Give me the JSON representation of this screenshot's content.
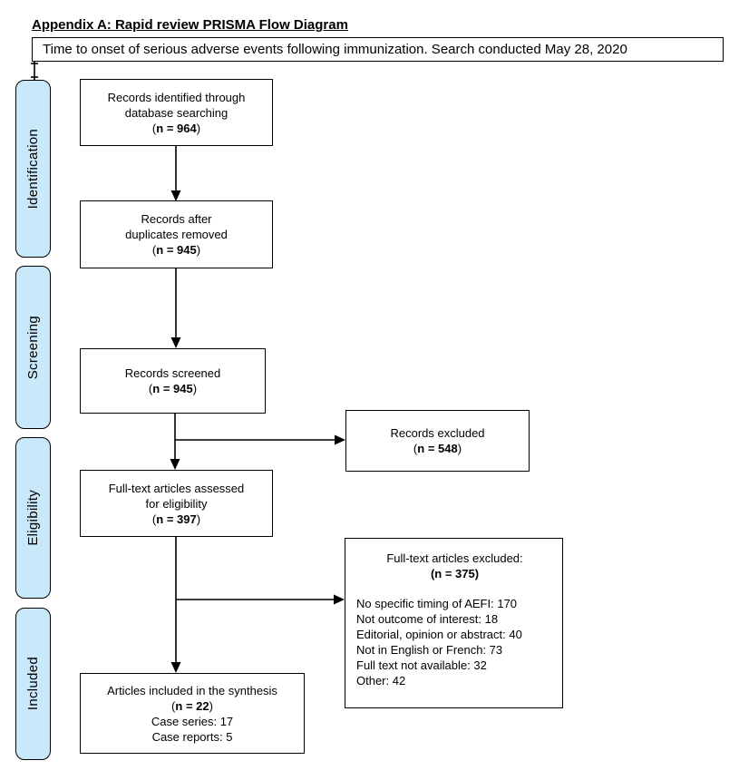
{
  "page": {
    "title": "Appendix A: Rapid review PRISMA Flow Diagram",
    "search_note": "Time to onset of serious adverse events following immunization. Search conducted May 28, 2020"
  },
  "colors": {
    "stage_fill": "#c9e8fa",
    "line": "#000000",
    "box_background": "#ffffff"
  },
  "stage_labels": [
    {
      "label": "Identification"
    },
    {
      "label": "Screening"
    },
    {
      "label": "Eligibility"
    },
    {
      "label": "Included"
    }
  ],
  "boxes": [
    {
      "id": "records-identified",
      "lines": [
        {
          "segments": [
            {
              "t": "Records identified through"
            }
          ]
        },
        {
          "segments": [
            {
              "t": "database searching"
            }
          ]
        },
        {
          "segments": [
            {
              "t": "("
            },
            {
              "t": "n = 964",
              "b": true
            },
            {
              "t": ")"
            }
          ]
        }
      ]
    },
    {
      "id": "records-after-duplicates",
      "lines": [
        {
          "segments": [
            {
              "t": "Records after"
            }
          ]
        },
        {
          "segments": [
            {
              "t": "duplicates removed"
            }
          ]
        },
        {
          "segments": [
            {
              "t": "("
            },
            {
              "t": "n = 945",
              "b": true
            },
            {
              "t": ")"
            }
          ]
        }
      ]
    },
    {
      "id": "records-screened",
      "lines": [
        {
          "segments": [
            {
              "t": "Records screened"
            }
          ]
        },
        {
          "segments": [
            {
              "t": "("
            },
            {
              "t": "n = 945",
              "b": true
            },
            {
              "t": ")"
            }
          ]
        }
      ]
    },
    {
      "id": "records-excluded",
      "lines": [
        {
          "segments": [
            {
              "t": "Records excluded"
            }
          ]
        },
        {
          "segments": [
            {
              "t": "("
            },
            {
              "t": "n = 548",
              "b": true
            },
            {
              "t": ")"
            }
          ]
        }
      ]
    },
    {
      "id": "fulltext-assessed",
      "lines": [
        {
          "segments": [
            {
              "t": "Full-text articles assessed"
            }
          ]
        },
        {
          "segments": [
            {
              "t": "for eligibility"
            }
          ]
        },
        {
          "segments": [
            {
              "t": "("
            },
            {
              "t": "n = 397",
              "b": true
            },
            {
              "t": ")"
            }
          ]
        }
      ]
    },
    {
      "id": "fulltext-excluded",
      "lines": [
        {
          "segments": [
            {
              "t": "Full-text articles excluded:"
            }
          ]
        },
        {
          "segments": [
            {
              "t": "(n = 375)",
              "b": true
            }
          ]
        },
        {
          "align": "left",
          "gap_before": true,
          "segments": [
            {
              "t": "No specific timing of AEFI: 170"
            }
          ]
        },
        {
          "align": "left",
          "segments": [
            {
              "t": "Not outcome of interest: 18"
            }
          ]
        },
        {
          "align": "left",
          "segments": [
            {
              "t": "Editorial, opinion or abstract: 40"
            }
          ]
        },
        {
          "align": "left",
          "segments": [
            {
              "t": "Not in English or French: 73"
            }
          ]
        },
        {
          "align": "left",
          "segments": [
            {
              "t": "Full text not available: 32"
            }
          ]
        },
        {
          "align": "left",
          "segments": [
            {
              "t": "Other: 42"
            }
          ]
        }
      ]
    },
    {
      "id": "articles-included",
      "lines": [
        {
          "segments": [
            {
              "t": "Articles included in the synthesis"
            }
          ]
        },
        {
          "segments": [
            {
              "t": "("
            },
            {
              "t": "n = 22",
              "b": true
            },
            {
              "t": ")"
            }
          ]
        },
        {
          "segments": [
            {
              "t": "Case series: 17"
            }
          ]
        },
        {
          "segments": [
            {
              "t": "Case reports: 5"
            }
          ]
        }
      ]
    }
  ]
}
